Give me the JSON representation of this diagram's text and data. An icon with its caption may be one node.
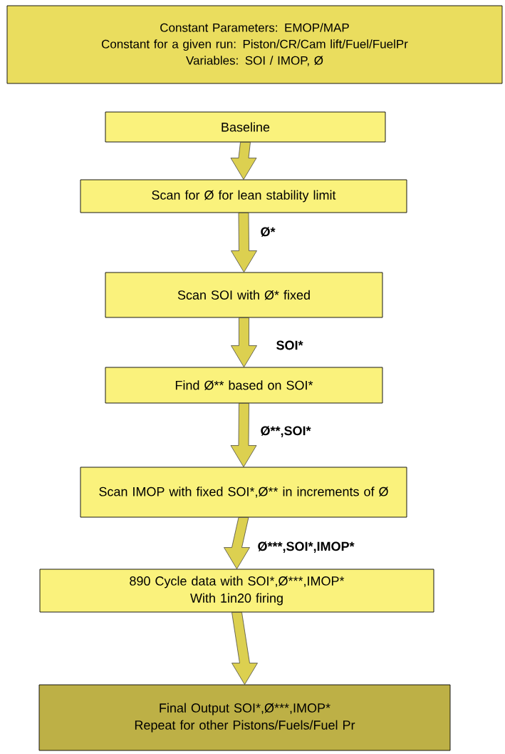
{
  "diagram": {
    "nodes": [
      {
        "text": [
          "Constant Parameters: EMOP/MAP",
          "Constant for a given run: Piston/CR/Cam lift/Fuel/FuelPr",
          "Variables: SOI / IMOP, Ø"
        ]
      },
      {
        "text": [
          "Baseline"
        ]
      },
      {
        "text": [
          "Scan for Ø for lean stability limit"
        ]
      },
      {
        "text": [
          "Scan SOI with Ø* fixed"
        ]
      },
      {
        "text": [
          "Find Ø** based on SOI*"
        ]
      },
      {
        "text": [
          "Scan IMOP with fixed SOI*,Ø** in increments of Ø"
        ]
      },
      {
        "text": [
          "890 Cycle data with SOI*,Ø***,IMOP*",
          "With 1in20 firing"
        ]
      },
      {
        "text": [
          "Final Output SOI*,Ø***,IMOP*",
          "Repeat for other Pistons/Fuels/Fuel Pr"
        ]
      }
    ],
    "edges": [
      {
        "from": 1,
        "to": 2,
        "arrow": "to"
      },
      {
        "from": 2,
        "to": 3,
        "arrow": "to",
        "label": "Ø*"
      },
      {
        "from": 3,
        "to": 4,
        "arrow": "to",
        "label": "SOI*"
      },
      {
        "from": 4,
        "to": 5,
        "arrow": "to",
        "label": "Ø**,SOI*"
      },
      {
        "from": 5,
        "to": 6,
        "arrow": "to",
        "label": "Ø***,SOI*,IMOP*"
      },
      {
        "from": 6,
        "to": 7,
        "arrow": "to"
      }
    ]
  }
}
